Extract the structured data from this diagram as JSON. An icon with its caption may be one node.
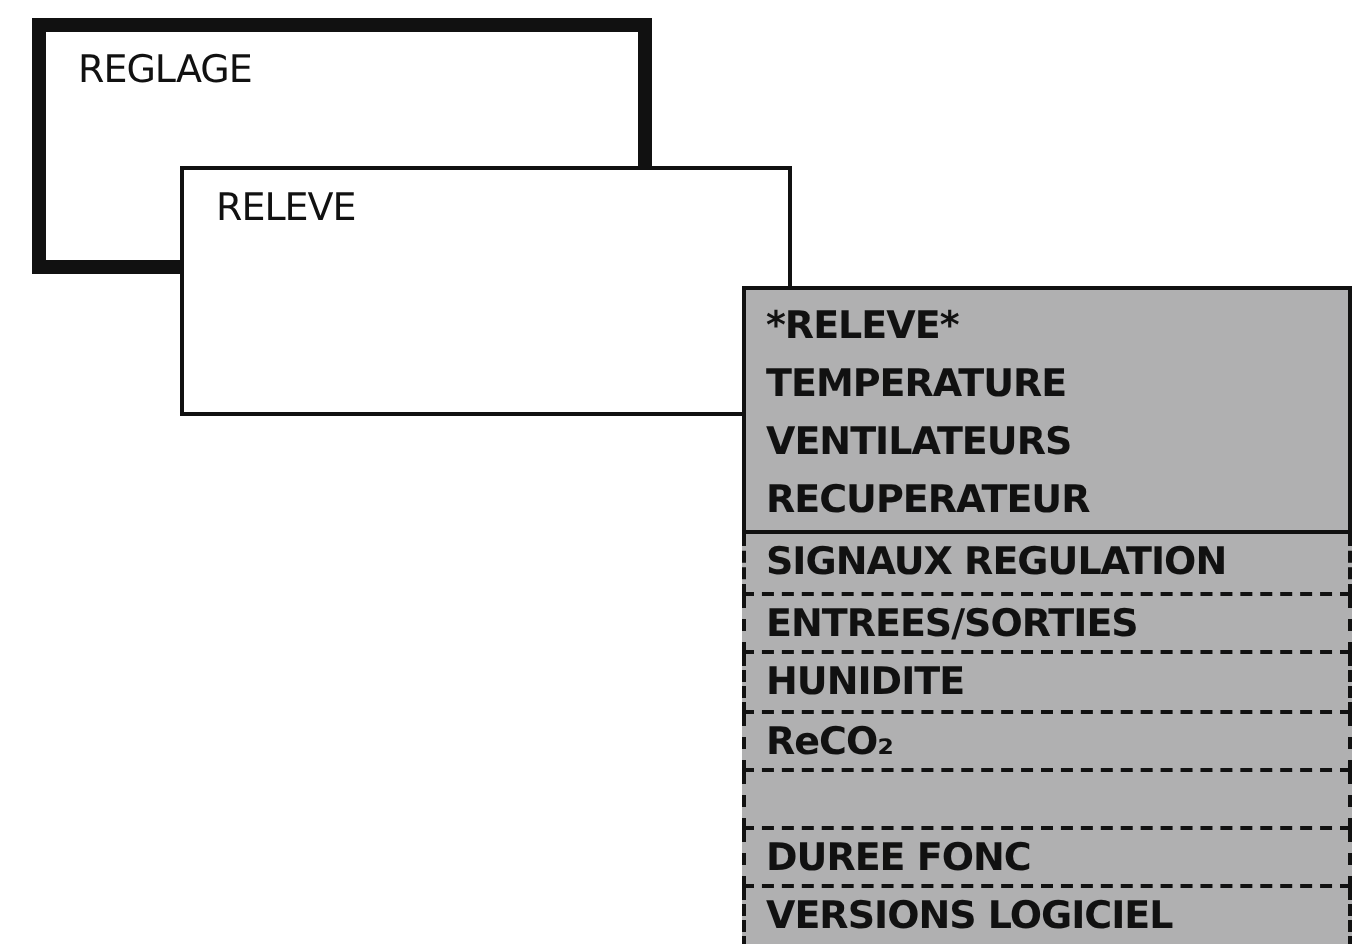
{
  "diagram": {
    "nodes": [
      {
        "text": [
          "REGLAGE"
        ]
      },
      {
        "text": [
          "RELEVE"
        ]
      },
      {
        "text": [
          "*RELEVE*",
          "TEMPERATURE",
          "VENTILATEURS",
          "RECUPERATEUR"
        ]
      },
      {
        "text": [
          "SIGNAUX REGULATION"
        ]
      },
      {
        "text": [
          "ENTREES/SORTIES"
        ]
      },
      {
        "text": [
          "HUNIDITE"
        ]
      },
      {
        "text": [
          "ReCO₂"
        ]
      },
      {
        "text": [],
        "shape": "box"
      },
      {
        "text": [
          "DUREE FONC"
        ]
      },
      {
        "text": [
          "VERSIONS LOGICIEL"
        ]
      }
    ]
  }
}
